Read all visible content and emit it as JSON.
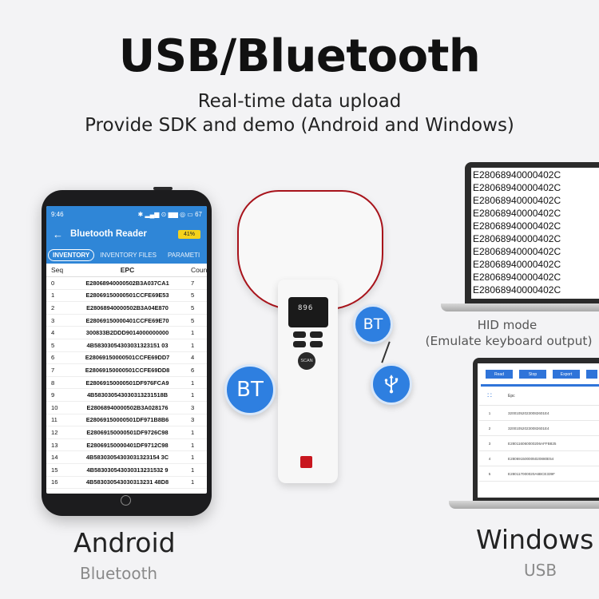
{
  "title": "USB/Bluetooth",
  "subtitle_lines": [
    "Real-time data upload",
    "Provide SDK and demo (Android and Windows)"
  ],
  "phone": {
    "status_time": "9:46",
    "status_icons": "✱ ▂▄▆ ⊙ ▆▆ ◎ ▭ 67",
    "app_title": "Bluetooth Reader",
    "battery": "41%",
    "tabs": [
      "INVENTORY",
      "INVENTORY FILES",
      "PARAMETI"
    ],
    "columns": {
      "seq": "Seq",
      "epc": "EPC",
      "count": "Coun"
    },
    "rows": [
      {
        "seq": "0",
        "epc": "E28068940000502B3A037CA1",
        "count": "7"
      },
      {
        "seq": "1",
        "epc": "E28069150000501CCFE69E53",
        "count": "5"
      },
      {
        "seq": "2",
        "epc": "E28068940000502B3A04E870",
        "count": "5"
      },
      {
        "seq": "3",
        "epc": "E28069150000401CCFE69E70",
        "count": "5"
      },
      {
        "seq": "4",
        "epc": "300833B2DDD9014000000000",
        "count": "1"
      },
      {
        "seq": "5",
        "epc": "4B58303054303031323151 03",
        "count": "1"
      },
      {
        "seq": "6",
        "epc": "E28069150000501CCFE69DD7",
        "count": "4"
      },
      {
        "seq": "7",
        "epc": "E28069150000501CCFE69DD8",
        "count": "6"
      },
      {
        "seq": "8",
        "epc": "E28069150000501DF976FCA9",
        "count": "1"
      },
      {
        "seq": "9",
        "epc": "4B583030543030313231518B",
        "count": "1"
      },
      {
        "seq": "10",
        "epc": "E28068940000502B3A028176",
        "count": "3"
      },
      {
        "seq": "11",
        "epc": "E28069150000501DF971B8B6",
        "count": "3"
      },
      {
        "seq": "12",
        "epc": "E28069150000501DF9726C98",
        "count": "1"
      },
      {
        "seq": "13",
        "epc": "E28069150000401DF9712C98",
        "count": "1"
      },
      {
        "seq": "14",
        "epc": "4B58303054303031323154 3C",
        "count": "1"
      },
      {
        "seq": "15",
        "epc": "4B583030543030313231532 9",
        "count": "1"
      },
      {
        "seq": "16",
        "epc": "4B583030543030313231 48D8",
        "count": "1"
      }
    ]
  },
  "scanner": {
    "display": "896",
    "scan_label": "SCAN"
  },
  "badges": {
    "bt_big": "BT",
    "bt_small": "BT",
    "usb_icon": "usb-icon"
  },
  "hid": {
    "lines": [
      "E28068940000402C",
      "E28068940000402C",
      "E28068940000402C",
      "E28068940000402C",
      "E28068940000402C",
      "E28068940000402C",
      "E28068940000402C",
      "E28068940000402C",
      "E28068940000402C",
      "E28068940000402C"
    ],
    "caption_line1": "HID mode",
    "caption_line2": "(Emulate keyboard output)"
  },
  "windows_app": {
    "buttons": [
      "Read",
      "Stop",
      "Export"
    ],
    "column": "Epc",
    "rows": [
      {
        "n": "1",
        "v": "320010520230082601E4"
      },
      {
        "n": "2",
        "v": "320010520230082601E4"
      },
      {
        "n": "3",
        "v": "E280116060000206AFFB825"
      },
      {
        "n": "4",
        "v": "E280691500005020880E54"
      },
      {
        "n": "5",
        "v": "E280117000020A6BCE339F"
      }
    ]
  },
  "labels": {
    "android": "Android",
    "android_sub": "Bluetooth",
    "windows": "Windows",
    "windows_sub": "USB"
  },
  "colors": {
    "accent_blue": "#2f86d7",
    "bt_blue": "#2e7fe0",
    "scanner_red": "#a8131b"
  }
}
